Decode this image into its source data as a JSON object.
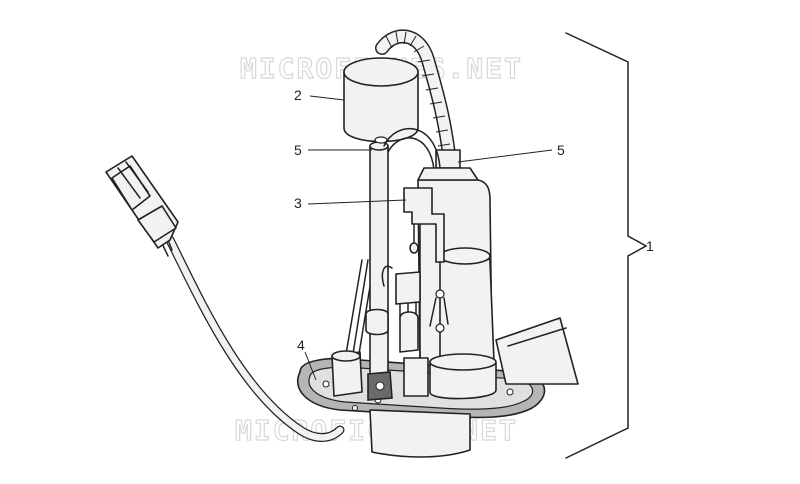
{
  "watermarks": [
    "MICROFICHES.NET",
    "MICROFICHES.NET"
  ],
  "callouts": {
    "c1": "1",
    "c2": "2",
    "c3": "3",
    "c4": "4",
    "c5a": "5",
    "c5b": "5"
  }
}
